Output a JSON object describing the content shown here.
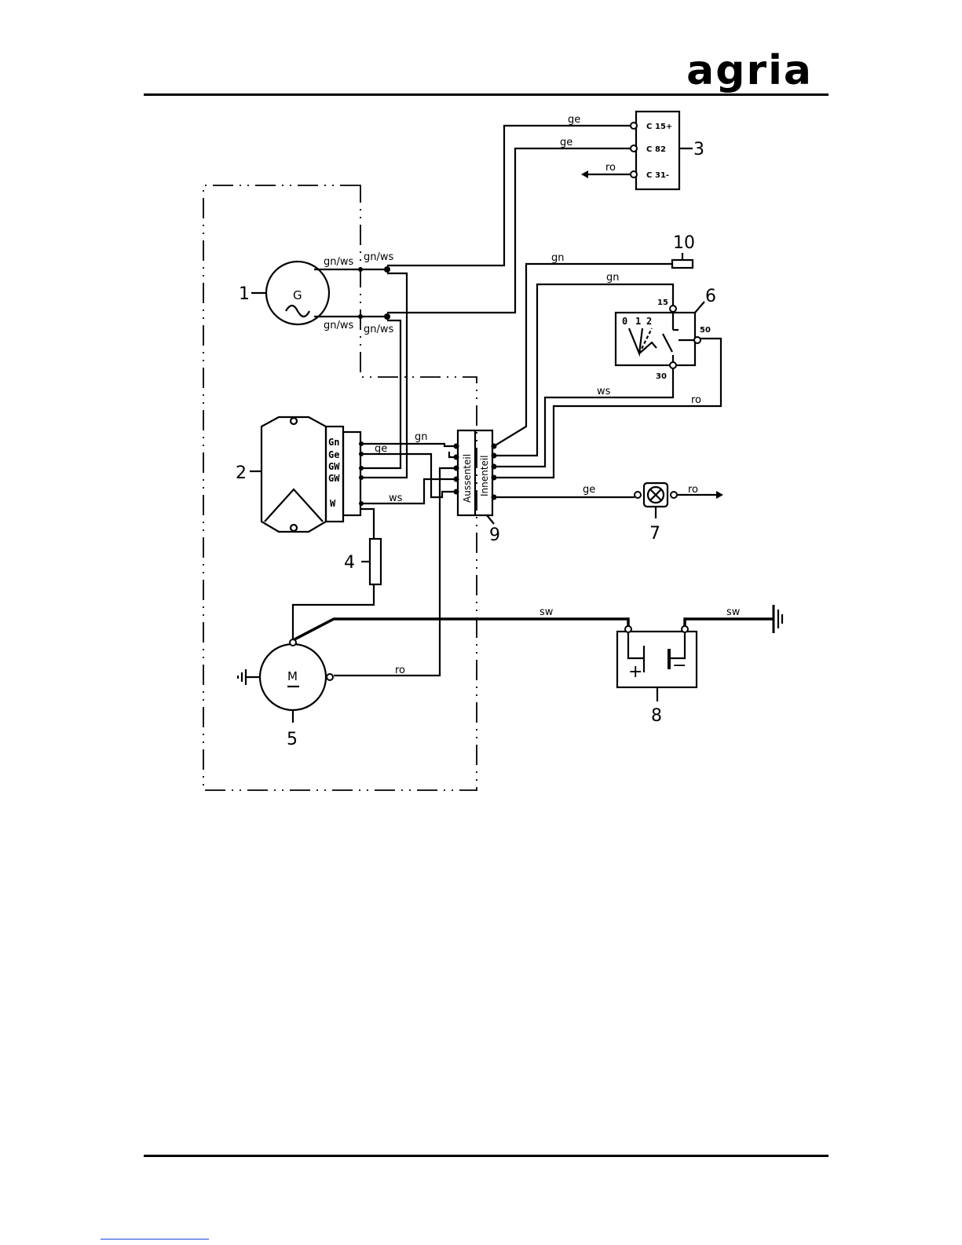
{
  "header": {
    "brand": "agria"
  },
  "diagram": {
    "components": [
      {
        "id": "1",
        "symbol": "G"
      },
      {
        "id": "2",
        "pins": [
          "Gn",
          "Ge",
          "GW",
          "GW",
          "W"
        ]
      },
      {
        "id": "3",
        "pins": [
          "15+",
          "82",
          "31-"
        ]
      },
      {
        "id": "4"
      },
      {
        "id": "5",
        "symbol": "M"
      },
      {
        "id": "6",
        "terminals": [
          "15",
          "50",
          "30"
        ],
        "positions": [
          "0",
          "1",
          "2"
        ]
      },
      {
        "id": "7"
      },
      {
        "id": "8",
        "terminals": [
          "+",
          "−"
        ]
      },
      {
        "id": "9",
        "sides": [
          "Aussenteil",
          "Innenteil"
        ]
      },
      {
        "id": "10"
      }
    ],
    "wire_labels": {
      "ge": "ge",
      "ro": "ro",
      "gn": "gn",
      "ws": "ws",
      "sw": "sw",
      "gnws": "gn/ws"
    }
  }
}
